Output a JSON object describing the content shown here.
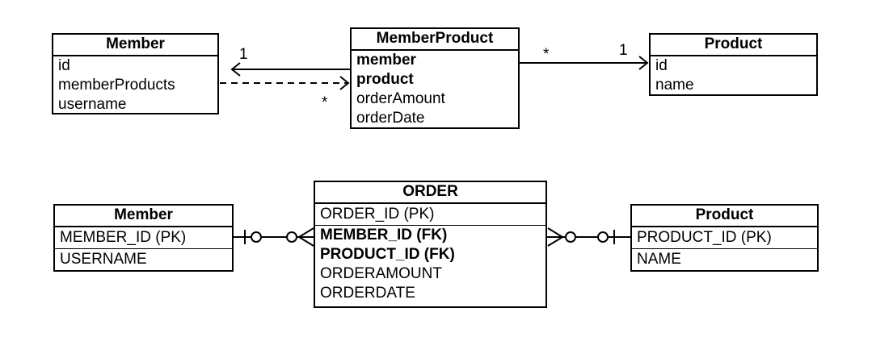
{
  "uml": {
    "member": {
      "title": "Member",
      "fields": [
        {
          "name": "id",
          "bold": false
        },
        {
          "name": "memberProducts",
          "bold": false
        },
        {
          "name": "username",
          "bold": false
        }
      ]
    },
    "member_product": {
      "title": "MemberProduct",
      "fields": [
        {
          "name": "member",
          "bold": true
        },
        {
          "name": "product",
          "bold": true
        },
        {
          "name": "orderAmount",
          "bold": false
        },
        {
          "name": "orderDate",
          "bold": false
        }
      ]
    },
    "product": {
      "title": "Product",
      "fields": [
        {
          "name": "id",
          "bold": false
        },
        {
          "name": "name",
          "bold": false
        }
      ]
    },
    "multiplicities": {
      "member_one": "1",
      "member_many": "*",
      "product_many": "*",
      "product_one": "1"
    }
  },
  "erd": {
    "member": {
      "title": "Member",
      "pk": "MEMBER_ID (PK)",
      "columns": [
        "USERNAME"
      ]
    },
    "order": {
      "title": "ORDER",
      "pk": "ORDER_ID (PK)",
      "fks": [
        "MEMBER_ID (FK)",
        "PRODUCT_ID (FK)"
      ],
      "columns": [
        "ORDERAMOUNT",
        "ORDERDATE"
      ]
    },
    "product": {
      "title": "Product",
      "pk": "PRODUCT_ID (PK)",
      "columns": [
        "NAME"
      ]
    }
  }
}
